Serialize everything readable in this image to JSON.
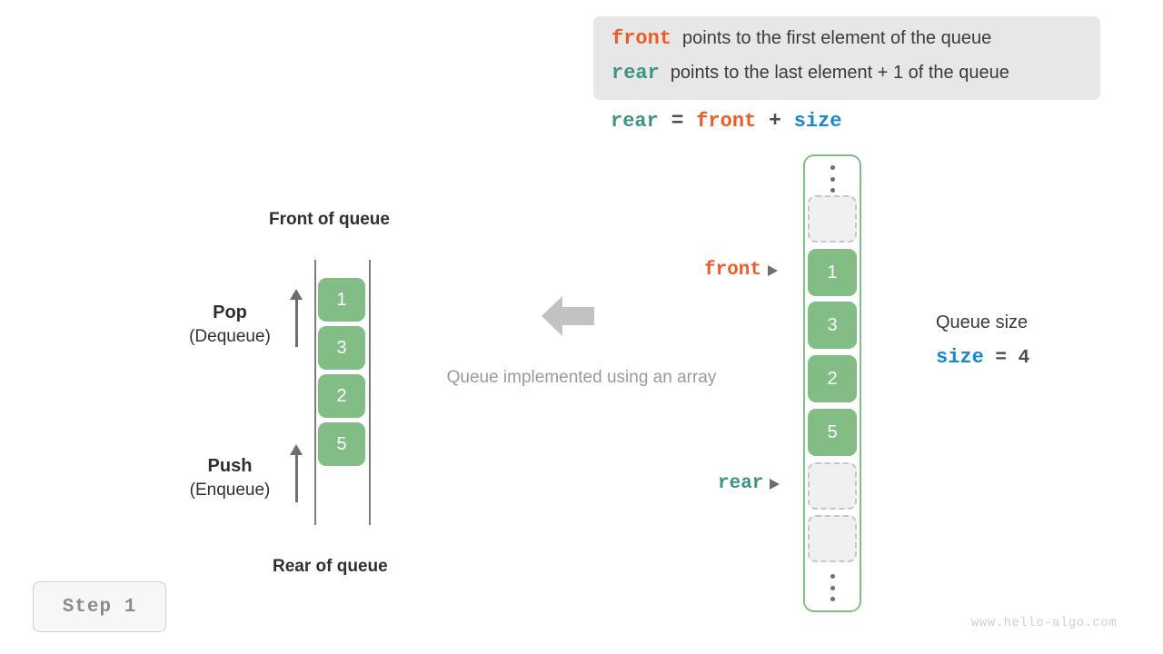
{
  "callout": {
    "lines": [
      {
        "keyword": "front",
        "keyword_color": "#f15a22",
        "text": "points to the first element of the queue"
      },
      {
        "keyword": "rear",
        "keyword_color": "#3d9485",
        "text": "points to the last element + 1 of the queue"
      }
    ],
    "background": "#e7e7e7"
  },
  "formula": {
    "rear": "rear",
    "equals": "=",
    "front": "front",
    "plus": "+",
    "size": "size"
  },
  "abstract_queue": {
    "front_label": "Front of queue",
    "rear_label": "Rear of queue",
    "cells": [
      "1",
      "3",
      "2",
      "5"
    ],
    "pop": {
      "name": "Pop",
      "sub": "(Dequeue)"
    },
    "push": {
      "name": "Push",
      "sub": "(Enqueue)"
    },
    "cell_color": "#82bd85"
  },
  "transition": {
    "caption": "Queue implemented using an array",
    "arrow_color": "#c2c2c2"
  },
  "array_queue": {
    "slots": [
      {
        "type": "dots"
      },
      {
        "type": "empty",
        "value": ""
      },
      {
        "type": "filled",
        "value": "1"
      },
      {
        "type": "filled",
        "value": "3"
      },
      {
        "type": "filled",
        "value": "2"
      },
      {
        "type": "filled",
        "value": "5"
      },
      {
        "type": "empty",
        "value": ""
      },
      {
        "type": "empty",
        "value": ""
      },
      {
        "type": "dots"
      }
    ],
    "pointers": {
      "front": {
        "label": "front",
        "color": "#f15a22",
        "targets_value": "1"
      },
      "rear": {
        "label": "rear",
        "color": "#3d9485",
        "targets_value": ""
      }
    },
    "border_color": "#82bd85"
  },
  "queue_size": {
    "title": "Queue size",
    "var": "size",
    "equals": "=",
    "value": "4",
    "var_color": "#1b86d1"
  },
  "step_badge": {
    "label": "Step 1"
  },
  "watermark": {
    "text": "www.hello-algo.com"
  }
}
